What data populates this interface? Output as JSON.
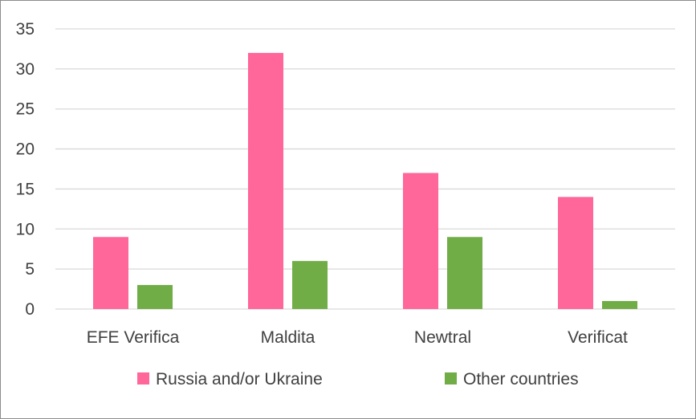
{
  "chart_data": {
    "type": "bar",
    "title": "",
    "xlabel": "",
    "ylabel": "",
    "categories": [
      "EFE Verifica",
      "Maldita",
      "Newtral",
      "Verificat"
    ],
    "series": [
      {
        "name": "Russia and/or Ukraine",
        "color": "#ff6699",
        "values": [
          9,
          32,
          17,
          14
        ]
      },
      {
        "name": "Other countries",
        "color": "#70ad47",
        "values": [
          3,
          6,
          9,
          1
        ]
      }
    ],
    "ylim": [
      0,
      35
    ],
    "yticks": [
      0,
      5,
      10,
      15,
      20,
      25,
      30,
      35
    ],
    "grid": true,
    "gridline_color": "#d9d9d9",
    "legend_position": "bottom"
  }
}
